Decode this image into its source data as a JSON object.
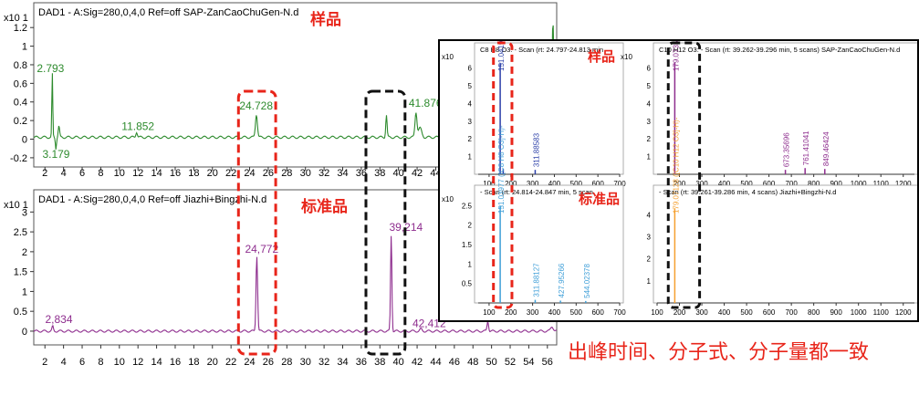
{
  "chart_data": [
    {
      "type": "line",
      "panel": "sample-chromatogram",
      "scale_label": "x10 1",
      "title": "DAD1 - A:Sig=280,0,4,0  Ref=off SAP-ZanCaoChuGen-N.d",
      "label_cn": "样品",
      "line_color": "#2e8b2e",
      "xlim": [
        0.8,
        57
      ],
      "ylim": [
        -0.25,
        1.3
      ],
      "xticks": [
        2,
        4,
        6,
        8,
        10,
        12,
        14,
        16,
        18,
        20,
        22,
        24,
        26,
        28,
        30,
        32,
        34,
        36,
        38,
        40,
        42,
        44,
        46,
        48,
        50,
        52,
        54,
        56
      ],
      "yticks": [
        -0.2,
        0,
        0.2,
        0.4,
        0.6,
        0.8,
        1,
        1.2
      ],
      "ytick_labels": [
        "-0.2",
        "0",
        "0.2",
        "0.4",
        "0.6",
        "0.8",
        "1",
        "1.2"
      ],
      "baseline": 0.02,
      "peaks": [
        {
          "x": 2.793,
          "y": 0.68,
          "w": 0.07
        },
        {
          "x": 3.179,
          "y": -0.12,
          "w": 0.08
        },
        {
          "x": 3.5,
          "y": 0.12,
          "w": 0.1
        },
        {
          "x": 11.852,
          "y": 0.06,
          "w": 0.12
        },
        {
          "x": 24.728,
          "y": 0.25,
          "w": 0.15
        },
        {
          "x": 38.7,
          "y": 0.24,
          "w": 0.1
        },
        {
          "x": 41.876,
          "y": 0.27,
          "w": 0.15
        },
        {
          "x": 42.3,
          "y": 0.1,
          "w": 0.25
        },
        {
          "x": 56.6,
          "y": 1.25,
          "w": 0.15
        }
      ],
      "peak_labels": [
        {
          "text": "2.793",
          "x": 2.6,
          "y": 0.72
        },
        {
          "text": "3.179",
          "x": 3.2,
          "y": -0.2
        },
        {
          "text": "11.852",
          "x": 12.0,
          "y": 0.1
        },
        {
          "text": "24.728",
          "x": 24.7,
          "y": 0.32
        },
        {
          "text": "41.876",
          "x": 42.9,
          "y": 0.35
        }
      ]
    },
    {
      "type": "line",
      "panel": "standard-chromatogram",
      "scale_label": "x10 1",
      "title": "DAD1 - A:Sig=280,0,4,0  Ref=off Jiazhi+Bingzhi-N.d",
      "label_cn": "标准品",
      "line_color": "#8e2d8e",
      "xlim": [
        0.8,
        57
      ],
      "ylim": [
        -0.3,
        3.1
      ],
      "xticks": [
        2,
        4,
        6,
        8,
        10,
        12,
        14,
        16,
        18,
        20,
        22,
        24,
        26,
        28,
        30,
        32,
        34,
        36,
        38,
        40,
        42,
        44,
        46,
        48,
        50,
        52,
        54,
        56
      ],
      "yticks": [
        0,
        0.5,
        1,
        1.5,
        2,
        2.5,
        3
      ],
      "ytick_labels": [
        "0",
        "0.5",
        "1",
        "1.5",
        "2",
        "2.5",
        "3"
      ],
      "baseline": 0,
      "peaks": [
        {
          "x": 2.834,
          "y": 0.12,
          "w": 0.1
        },
        {
          "x": 24.772,
          "y": 1.9,
          "w": 0.12
        },
        {
          "x": 39.214,
          "y": 2.43,
          "w": 0.1
        },
        {
          "x": 42.412,
          "y": 0.05,
          "w": 0.15
        },
        {
          "x": 49.6,
          "y": 0.25,
          "w": 0.12
        },
        {
          "x": 56.5,
          "y": 0.12,
          "w": 0.2
        }
      ],
      "peak_labels": [
        {
          "text": "2,834",
          "x": 3.5,
          "y": 0.2
        },
        {
          "text": "24,772",
          "x": 25.3,
          "y": 1.97
        },
        {
          "text": "39,214",
          "x": 40.8,
          "y": 2.53
        },
        {
          "text": "42,412",
          "x": 43.3,
          "y": 0.1
        }
      ]
    },
    {
      "type": "bar",
      "panel": "ms-sample-c8h8o3",
      "header": "C8 H8 O3: - Scan (rt: 24.797-24.813 min",
      "label_cn": "样品",
      "scale_label": "x10",
      "color": "#2b3fa8",
      "xlim": [
        50,
        700
      ],
      "ylim": [
        0,
        6.5
      ],
      "xticks": [
        100,
        200,
        300,
        400,
        500,
        600,
        700
      ],
      "yticks": [
        1,
        2,
        3,
        4,
        5,
        6
      ],
      "ytick_labels": [
        "1",
        "2",
        "3",
        "4",
        "5",
        "6"
      ],
      "peaks": [
        {
          "mz": 151.04191,
          "intensity": 6.3,
          "label": "151.04191 ([C8 H8 O3]-H)-"
        },
        {
          "mz": 165.0,
          "intensity": 0.3
        },
        {
          "mz": 311.88583,
          "intensity": 0.25,
          "label": "311.88583"
        }
      ]
    },
    {
      "type": "bar",
      "panel": "ms-sample-c10h12o3",
      "header": "C10 H12 O3: - Scan (rt: 39.262-39.296 min, 5 scans) SAP-ZanCaoChuGen-N.d",
      "scale_label": "x10",
      "color": "#8e2d8e",
      "xlim": [
        100,
        1250
      ],
      "ylim": [
        0,
        6.5
      ],
      "xticks": [
        200,
        300,
        400,
        500,
        600,
        700,
        800,
        900,
        1000,
        1100,
        1200
      ],
      "yticks": [
        1,
        2,
        3,
        4,
        5,
        6
      ],
      "ytick_labels": [
        "1",
        "2",
        "3",
        "4",
        "5",
        "6"
      ],
      "peaks": [
        {
          "mz": 179.07359,
          "intensity": 6.3,
          "label": "179.07359 ([C10 H12 O3]-H)-"
        },
        {
          "mz": 673.35696,
          "intensity": 0.25,
          "label": "673.35696"
        },
        {
          "mz": 761.41041,
          "intensity": 0.35,
          "label": "761.41041"
        },
        {
          "mz": 849.46424,
          "intensity": 0.3,
          "label": "849.46424"
        }
      ]
    },
    {
      "type": "bar",
      "panel": "ms-standard-c8h8o3",
      "header": "- Scan (rt: 24.814-24.847 min, 5 scan",
      "label_cn": "标准品",
      "scale_label": "x10",
      "color": "#3f9fd8",
      "xlim": [
        50,
        700
      ],
      "ylim": [
        0,
        2.6
      ],
      "xticks": [
        100,
        200,
        300,
        400,
        500,
        600,
        700
      ],
      "yticks": [
        0.5,
        1,
        1.5,
        2,
        2.5
      ],
      "ytick_labels": [
        "0.5",
        "1",
        "1.5",
        "2",
        "2.5"
      ],
      "peaks": [
        {
          "mz": 151.03977,
          "intensity": 2.5,
          "label": "151.03977 ([C8 H8 O3]-H)-"
        },
        {
          "mz": 311.88127,
          "intensity": 0.08,
          "label": "311.88127"
        },
        {
          "mz": 427.95266,
          "intensity": 0.06,
          "label": "427.95266"
        },
        {
          "mz": 544.02378,
          "intensity": 0.05,
          "label": "544.02378"
        }
      ]
    },
    {
      "type": "bar",
      "panel": "ms-standard-c10h12o3",
      "header": "- Scan (rt: 39.261-39.286 min, 4 scans) Jiazhi+Bingzhi-N.d",
      "scale_label": "",
      "color": "#f5a030",
      "xlim": [
        100,
        1250
      ],
      "ylim": [
        0,
        4.6
      ],
      "xticks": [
        100,
        200,
        300,
        400,
        500,
        600,
        700,
        800,
        900,
        1000,
        1100,
        1200
      ],
      "yticks": [
        1,
        2,
        3,
        4
      ],
      "ytick_labels": [
        "1",
        "2",
        "3",
        "4"
      ],
      "peaks": [
        {
          "mz": 179.07128,
          "intensity": 4.3,
          "label": "179.07128 ([C10 H12 O3]-H)-"
        }
      ]
    }
  ],
  "caption": "出峰时间、分子式、分子量都一致",
  "colors": {
    "highlight_red": "#e8251a",
    "highlight_black": "#111111",
    "text_red": "#e8251a"
  }
}
